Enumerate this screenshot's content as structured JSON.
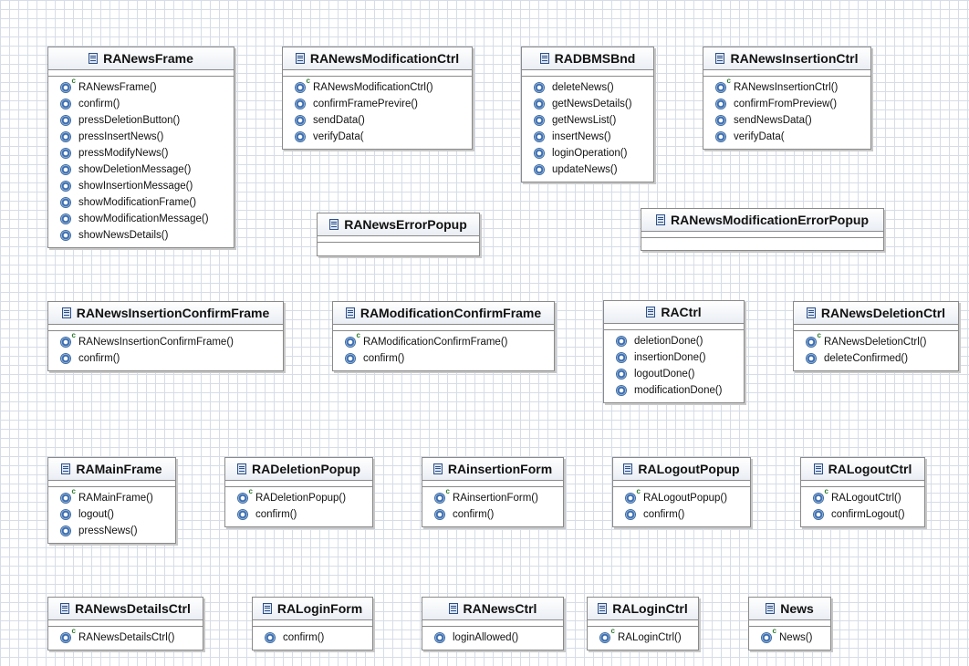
{
  "classes": [
    {
      "key": "ranewsframe",
      "name": "RANewsFrame",
      "ops": [
        {
          "label": "RANewsFrame()",
          "ctor": true
        },
        {
          "label": "confirm()"
        },
        {
          "label": "pressDeletionButton()"
        },
        {
          "label": "pressInsertNews()"
        },
        {
          "label": "pressModifyNews()"
        },
        {
          "label": "showDeletionMessage()"
        },
        {
          "label": "showInsertionMessage()"
        },
        {
          "label": "showModificationFrame()"
        },
        {
          "label": "showModificationMessage()"
        },
        {
          "label": "showNewsDetails()"
        }
      ]
    },
    {
      "key": "ranewsmodificationctrl",
      "name": "RANewsModificationCtrl",
      "ops": [
        {
          "label": "RANewsModificationCtrl()",
          "ctor": true
        },
        {
          "label": "confirmFramePrevire()"
        },
        {
          "label": "sendData()"
        },
        {
          "label": "verifyData("
        }
      ]
    },
    {
      "key": "radbmsbnd",
      "name": "RADBMSBnd",
      "ops": [
        {
          "label": "deleteNews()"
        },
        {
          "label": "getNewsDetails()"
        },
        {
          "label": "getNewsList()"
        },
        {
          "label": "insertNews()"
        },
        {
          "label": "loginOperation()"
        },
        {
          "label": "updateNews()"
        }
      ]
    },
    {
      "key": "ranewsinsertionctrl",
      "name": "RANewsInsertionCtrl",
      "ops": [
        {
          "label": "RANewsInsertionCtrl()",
          "ctor": true
        },
        {
          "label": "confirmFromPreview()"
        },
        {
          "label": "sendNewsData()"
        },
        {
          "label": "verifyData("
        }
      ]
    },
    {
      "key": "ranewserrorpopup",
      "name": "RANewsErrorPopup",
      "ops": []
    },
    {
      "key": "ranewsmodificationerrorpopup",
      "name": "RANewsModificationErrorPopup",
      "ops": []
    },
    {
      "key": "ranewsinsertionconfirmframe",
      "name": "RANewsInsertionConfirmFrame",
      "ops": [
        {
          "label": "RANewsInsertionConfirmFrame()",
          "ctor": true
        },
        {
          "label": "confirm()"
        }
      ]
    },
    {
      "key": "ramodificationconfirmframe",
      "name": "RAModificationConfirmFrame",
      "ops": [
        {
          "label": "RAModificationConfirmFrame()",
          "ctor": true
        },
        {
          "label": "confirm()"
        }
      ]
    },
    {
      "key": "ractrl",
      "name": "RACtrl",
      "ops": [
        {
          "label": "deletionDone()"
        },
        {
          "label": "insertionDone()"
        },
        {
          "label": "logoutDone()"
        },
        {
          "label": "modificationDone()"
        }
      ]
    },
    {
      "key": "ranewsdeletionctrl",
      "name": "RANewsDeletionCtrl",
      "ops": [
        {
          "label": "RANewsDeletionCtrl()",
          "ctor": true
        },
        {
          "label": "deleteConfirmed()"
        }
      ]
    },
    {
      "key": "ramainframe",
      "name": "RAMainFrame",
      "ops": [
        {
          "label": "RAMainFrame()",
          "ctor": true
        },
        {
          "label": "logout()"
        },
        {
          "label": "pressNews()"
        }
      ]
    },
    {
      "key": "radeletionpopup",
      "name": "RADeletionPopup",
      "ops": [
        {
          "label": "RADeletionPopup()",
          "ctor": true
        },
        {
          "label": "confirm()"
        }
      ]
    },
    {
      "key": "rainsertionform",
      "name": "RAinsertionForm",
      "ops": [
        {
          "label": "RAinsertionForm()",
          "ctor": true
        },
        {
          "label": "confirm()"
        }
      ]
    },
    {
      "key": "ralogoutpopup",
      "name": "RALogoutPopup",
      "ops": [
        {
          "label": "RALogoutPopup()",
          "ctor": true
        },
        {
          "label": "confirm()"
        }
      ]
    },
    {
      "key": "ralogoutctrl",
      "name": "RALogoutCtrl",
      "ops": [
        {
          "label": "RALogoutCtrl()",
          "ctor": true
        },
        {
          "label": "confirmLogout()"
        }
      ]
    },
    {
      "key": "ranewsdetailsctrl",
      "name": "RANewsDetailsCtrl",
      "ops": [
        {
          "label": "RANewsDetailsCtrl()",
          "ctor": true
        }
      ]
    },
    {
      "key": "raloginform",
      "name": "RALoginForm",
      "ops": [
        {
          "label": "confirm()"
        }
      ]
    },
    {
      "key": "ranewsctrl",
      "name": "RANewsCtrl",
      "ops": [
        {
          "label": "loginAllowed()"
        }
      ]
    },
    {
      "key": "raloginctrl",
      "name": "RALoginCtrl",
      "ops": [
        {
          "label": "RALoginCtrl()",
          "ctor": true
        }
      ]
    },
    {
      "key": "news",
      "name": "News",
      "ops": [
        {
          "label": "News()",
          "ctor": true
        }
      ]
    }
  ],
  "icons": {
    "class": "class-icon",
    "operation": "method-icon",
    "constructor": "constructor-icon"
  },
  "colors": {
    "grid": "#d6dde8",
    "border": "#8a8a8a",
    "icon": "#3f6fb0"
  }
}
